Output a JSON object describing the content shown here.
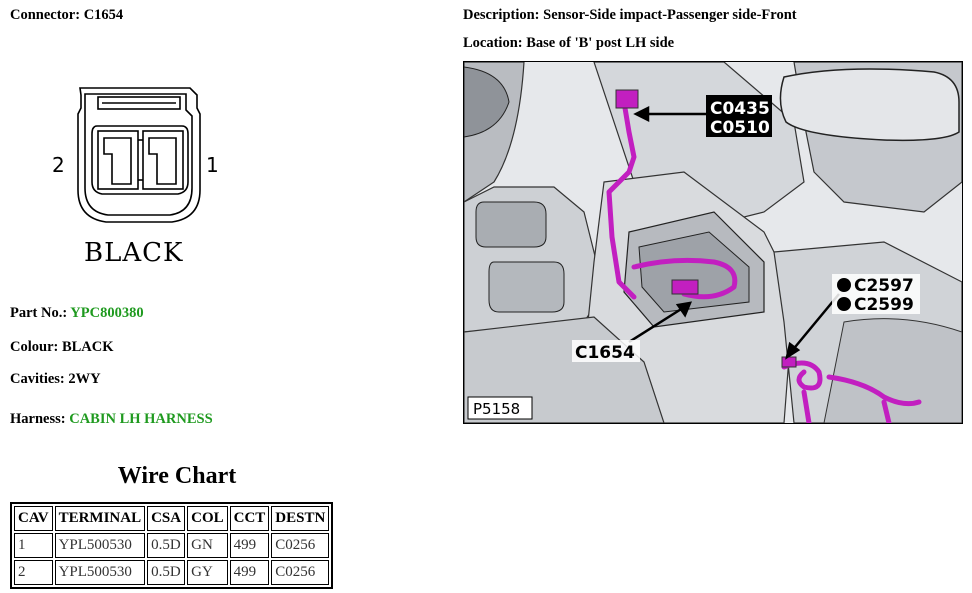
{
  "connector": {
    "label": "Connector:",
    "id": "C1654"
  },
  "description": {
    "label": "Description:",
    "value": "Sensor-Side impact-Passenger side-Front"
  },
  "location": {
    "label": "Location:",
    "value": "Base of 'B' post LH side"
  },
  "pin_diagram": {
    "pin_left": "2",
    "pin_right": "1",
    "colour_caption": "BLACK"
  },
  "part_no": {
    "label": "Part No.:",
    "value": "YPC800380"
  },
  "colour": {
    "label": "Colour:",
    "value": "BLACK"
  },
  "cavities": {
    "label": "Cavities:",
    "value": "2WY"
  },
  "harness": {
    "label": "Harness:",
    "value": "CABIN LH HARNESS"
  },
  "wire_chart": {
    "title": "Wire Chart",
    "headers": [
      "CAV",
      "TERMINAL",
      "CSA",
      "COL",
      "CCT",
      "DESTN"
    ],
    "rows": [
      [
        "1",
        "YPL500530",
        "0.5D",
        "GN",
        "499",
        "C0256"
      ],
      [
        "2",
        "YPL500530",
        "0.5D",
        "GY",
        "499",
        "C0256"
      ]
    ]
  },
  "photo": {
    "callouts": [
      "C0435",
      "C0510",
      "C2597",
      "C2599",
      "C1654"
    ],
    "figure_id": "P5158"
  },
  "colors": {
    "green_text": "#1f9a1f",
    "harness_magenta": "#c21fc0"
  }
}
